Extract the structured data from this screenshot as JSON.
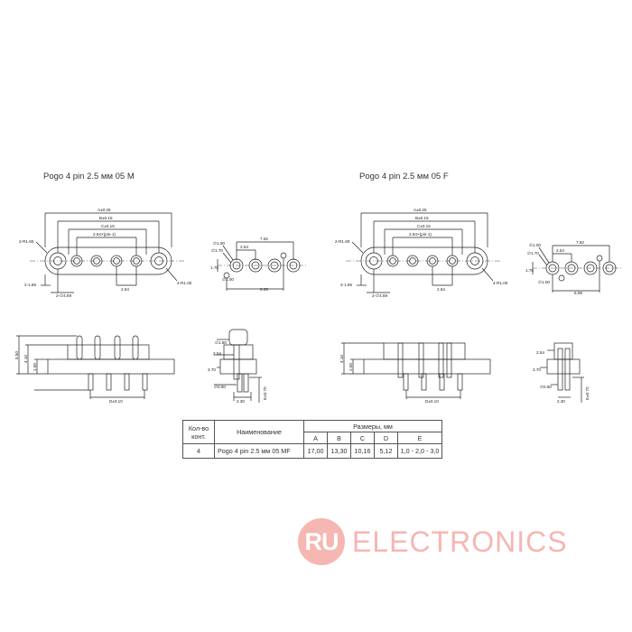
{
  "titles": {
    "male": "Pogo 4 pin 2.5 мм 05 M",
    "female": "Pogo 4 pin 2.5 мм 05 F"
  },
  "top_view_dims": {
    "a": "A±0.25",
    "b": "B±0.15",
    "c": "C±0.15",
    "pitch_n": "2.54×(pin-1)",
    "radius_left": "2-R1.60",
    "left_edge": "2-1.85",
    "hole_left": "2-∅4.69",
    "pitch": "2.54",
    "radius_right": "4-R1.00"
  },
  "pin_view_dims": {
    "d_top": "∅1.00",
    "d_mid": "∅1.70",
    "span": "7.62",
    "pitch": "2.54",
    "vert": "1.75",
    "d_small": "∅1.00",
    "span_bottom": "5.08"
  },
  "side_view_dims": {
    "height_m": "5.50",
    "h1": "4.10",
    "h2": "2.00",
    "d_bottom": "D±0.10",
    "h_f": "4.10",
    "h2_f": "2.00"
  },
  "end_view_dims": {
    "d_head": "∅1.80",
    "w": "2.54",
    "h": "3.70",
    "d_pin": "∅0.80",
    "bottom": "2.30",
    "e": "E±0.70",
    "w_f": "2.54",
    "h_f": "3.70"
  },
  "table": {
    "col_count": "Кол-во конт.",
    "col_name": "Наименование",
    "col_sizes": "Размеры, мм",
    "sub_headers": [
      "A",
      "B",
      "C",
      "D",
      "E"
    ],
    "row": {
      "count": "4",
      "name": "Pogo 4 pin 2.5 мм 05 MF",
      "a": "17,00",
      "b": "13,30",
      "c": "10,16",
      "d": "5,12",
      "e": "1,0 - 2,0 - 3,0"
    }
  },
  "watermark": {
    "badge": "RU",
    "text": "ELECTRONICS",
    "color": "#f6b6b2"
  }
}
